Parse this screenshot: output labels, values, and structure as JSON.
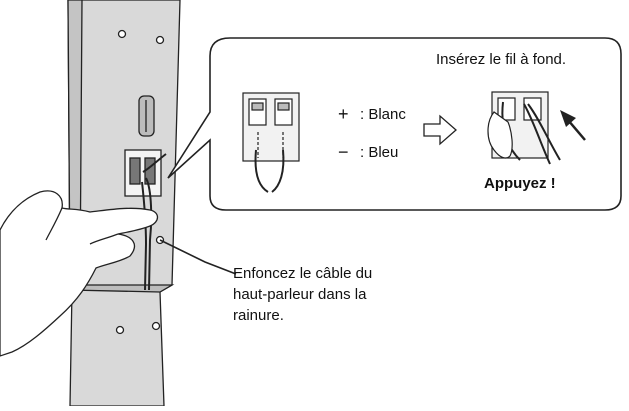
{
  "callout": {
    "heading": "Insérez le fil à fond.",
    "plus_symbol": "+",
    "plus_text": ": Blanc",
    "minus_symbol": "−",
    "minus_text": ": Bleu",
    "action": "Appuyez !"
  },
  "note": {
    "line1": "Enfoncez le câble du",
    "line2": "haut-parleur dans la",
    "line3": "rainure."
  },
  "icons": [
    "hand-icon",
    "speaker-column",
    "terminal-clip-icon",
    "arrow-right-outline-icon",
    "push-arrow-icon"
  ],
  "colors": {
    "column_fill": "#d9d9d9",
    "line": "#222222",
    "background": "#ffffff"
  }
}
